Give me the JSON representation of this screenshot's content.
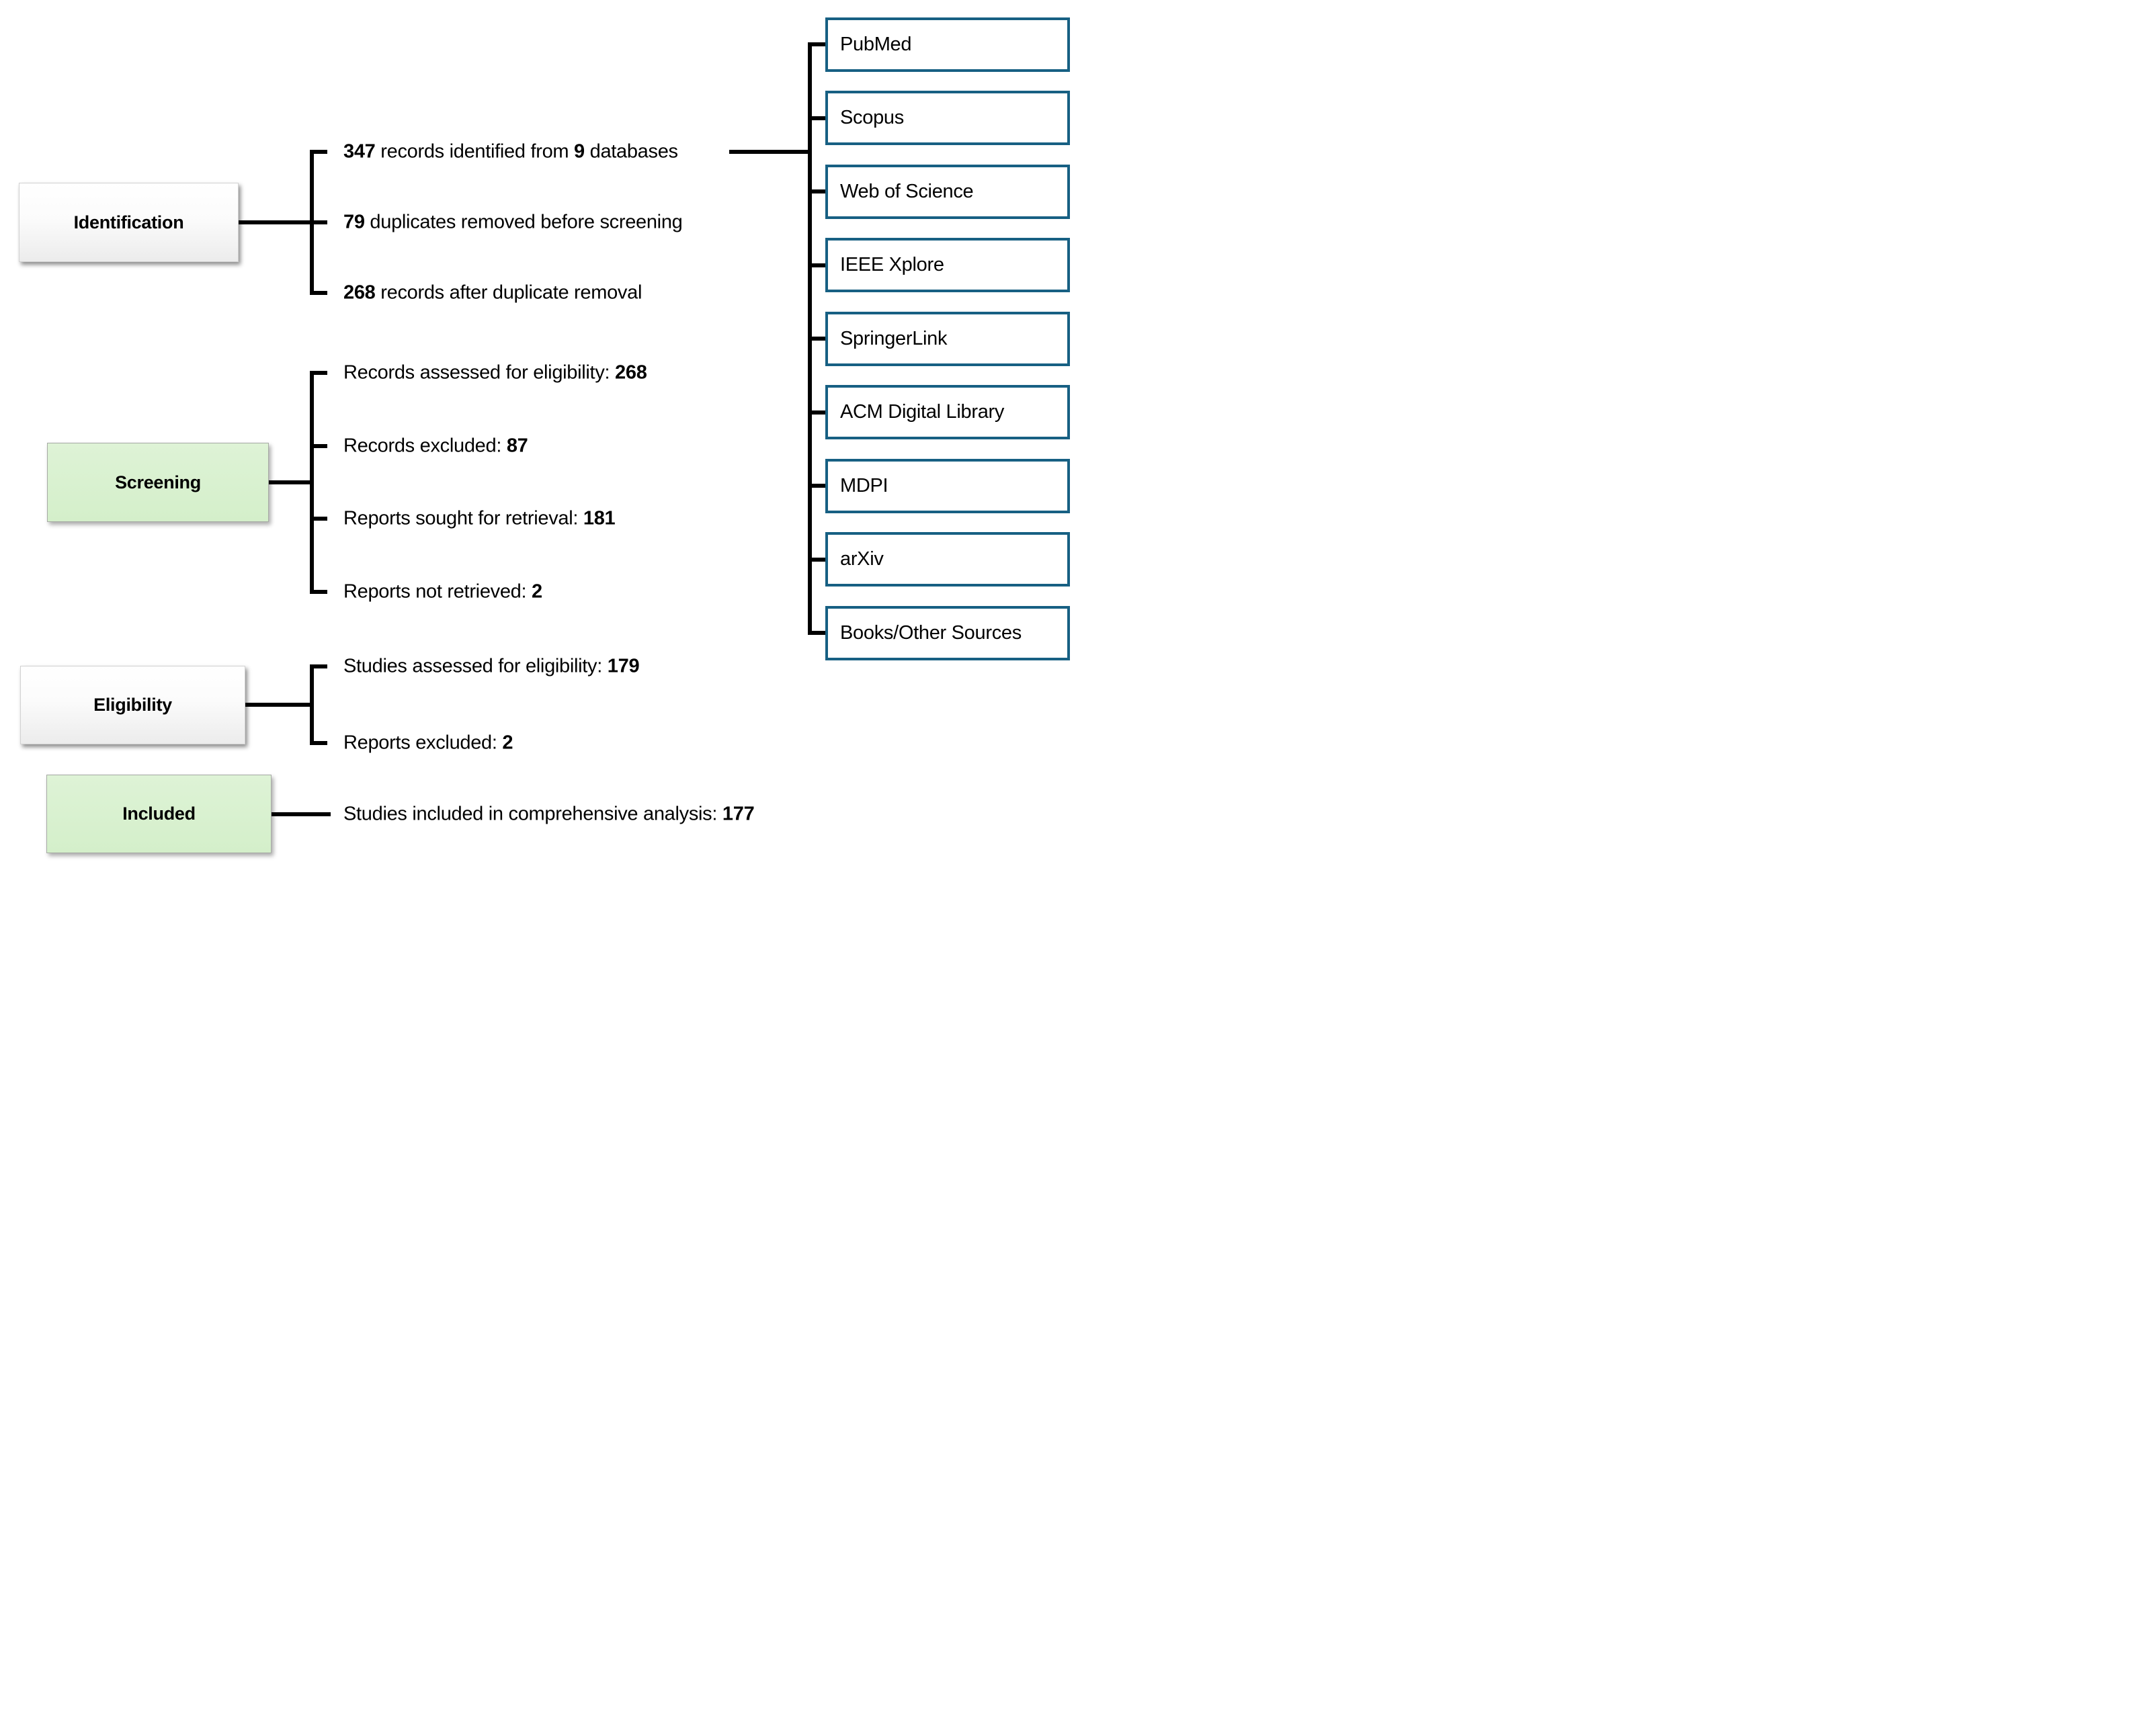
{
  "diagram": {
    "kind": "systematic-review-flow",
    "stages": [
      {
        "id": "identification",
        "label": "Identification",
        "variant": "white",
        "items": [
          {
            "parts": [
              {
                "t": "347",
                "b": true
              },
              {
                "t": " records identified from ",
                "b": false
              },
              {
                "t": "9",
                "b": true
              },
              {
                "t": " databases",
                "b": false
              }
            ]
          },
          {
            "parts": [
              {
                "t": "79",
                "b": true
              },
              {
                "t": " duplicates removed before screening",
                "b": false
              }
            ]
          },
          {
            "parts": [
              {
                "t": "268",
                "b": true
              },
              {
                "t": " records after duplicate removal",
                "b": false
              }
            ]
          }
        ]
      },
      {
        "id": "screening",
        "label": "Screening",
        "variant": "green",
        "items": [
          {
            "parts": [
              {
                "t": "Records assessed for eligibility: ",
                "b": false
              },
              {
                "t": "268",
                "b": true
              }
            ]
          },
          {
            "parts": [
              {
                "t": "Records excluded: ",
                "b": false
              },
              {
                "t": "87",
                "b": true
              }
            ]
          },
          {
            "parts": [
              {
                "t": "Reports sought for retrieval: ",
                "b": false
              },
              {
                "t": "181",
                "b": true
              }
            ]
          },
          {
            "parts": [
              {
                "t": "Reports not retrieved: ",
                "b": false
              },
              {
                "t": "2",
                "b": true
              }
            ]
          }
        ]
      },
      {
        "id": "eligibility",
        "label": "Eligibility",
        "variant": "white",
        "items": [
          {
            "parts": [
              {
                "t": "Studies assessed for eligibility: ",
                "b": false
              },
              {
                "t": "179",
                "b": true
              }
            ]
          },
          {
            "parts": [
              {
                "t": "Reports excluded: ",
                "b": false
              },
              {
                "t": "2",
                "b": true
              }
            ]
          }
        ]
      },
      {
        "id": "included",
        "label": "Included",
        "variant": "green",
        "items": [
          {
            "parts": [
              {
                "t": "Studies included in comprehensive analysis: ",
                "b": false
              },
              {
                "t": "177",
                "b": true
              }
            ]
          }
        ]
      }
    ],
    "databases": [
      "PubMed",
      "Scopus",
      "Web of Science",
      "IEEE Xplore",
      "SpringerLink",
      "ACM Digital Library",
      "MDPI",
      "arXiv",
      "Books/Other Sources"
    ],
    "colors": {
      "database_box_border": "#176083",
      "stage_green_fill": "#D7F0CE",
      "stage_white_fill": "#FFFFFF",
      "connector_line": "#000000",
      "text": "#000000"
    }
  }
}
